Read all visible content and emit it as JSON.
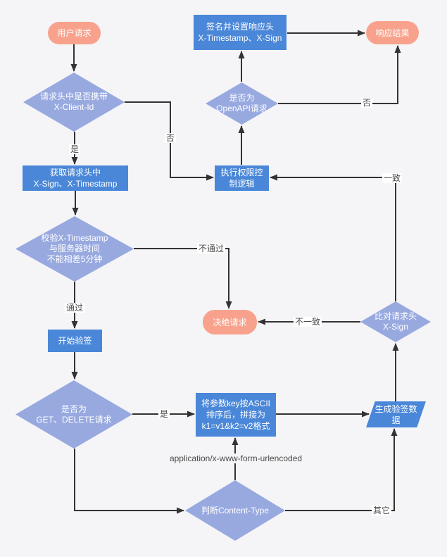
{
  "colors": {
    "background": "#f5f5f7",
    "process_fill": "#4a87d8",
    "decision_fill": "#98a9e0",
    "terminator_fill": "#f8a28d",
    "line": "#333333",
    "label_text": "#4a4a4a",
    "node_text": "#ffffff"
  },
  "nodes": {
    "user_request": {
      "label": "用户请求",
      "shape": "terminator"
    },
    "check_client_id": {
      "label": "请求头中是否携带\nX-Client-Id",
      "shape": "decision"
    },
    "get_headers": {
      "label": "获取请求头中\nX-Sign、X-Timestamp",
      "shape": "process"
    },
    "check_timestamp": {
      "label": "校验X-Timestamp\n与服务器时间\n不能相差5分钟",
      "shape": "decision"
    },
    "start_verify": {
      "label": "开始验签",
      "shape": "process"
    },
    "check_method": {
      "label": "是否为\nGET、DELETE请求",
      "shape": "decision"
    },
    "sort_params": {
      "label": "将参数key按ASCII\n排序后，拼接为\nk1=v1&k2=v2格式",
      "shape": "process"
    },
    "check_content_type": {
      "label": "判断Content-Type",
      "shape": "decision"
    },
    "gen_sign_data": {
      "label": "生成验签数\n据",
      "shape": "parallelogram"
    },
    "compare_sign": {
      "label": "比对请求头\nX-Sign",
      "shape": "decision"
    },
    "exec_permission": {
      "label": "执行权限控\n制逻辑",
      "shape": "process"
    },
    "check_openapi": {
      "label": "是否为\nOpenAPI请求",
      "shape": "decision"
    },
    "sign_response": {
      "label": "签名并设置响应头\nX-Timestamp、X-Sign",
      "shape": "process"
    },
    "response_result": {
      "label": "响应结果",
      "shape": "terminator"
    },
    "reject_request": {
      "label": "决绝请求",
      "shape": "terminator"
    }
  },
  "edge_labels": {
    "yes_client_id": "是",
    "no_client_id": "否",
    "pass": "通过",
    "not_pass": "不通过",
    "yes_get_delete": "是",
    "form_urlencoded": "application/x-www-form-urlencoded",
    "other": "其它",
    "match": "一致",
    "not_match": "不一致",
    "no_openapi": "否"
  }
}
